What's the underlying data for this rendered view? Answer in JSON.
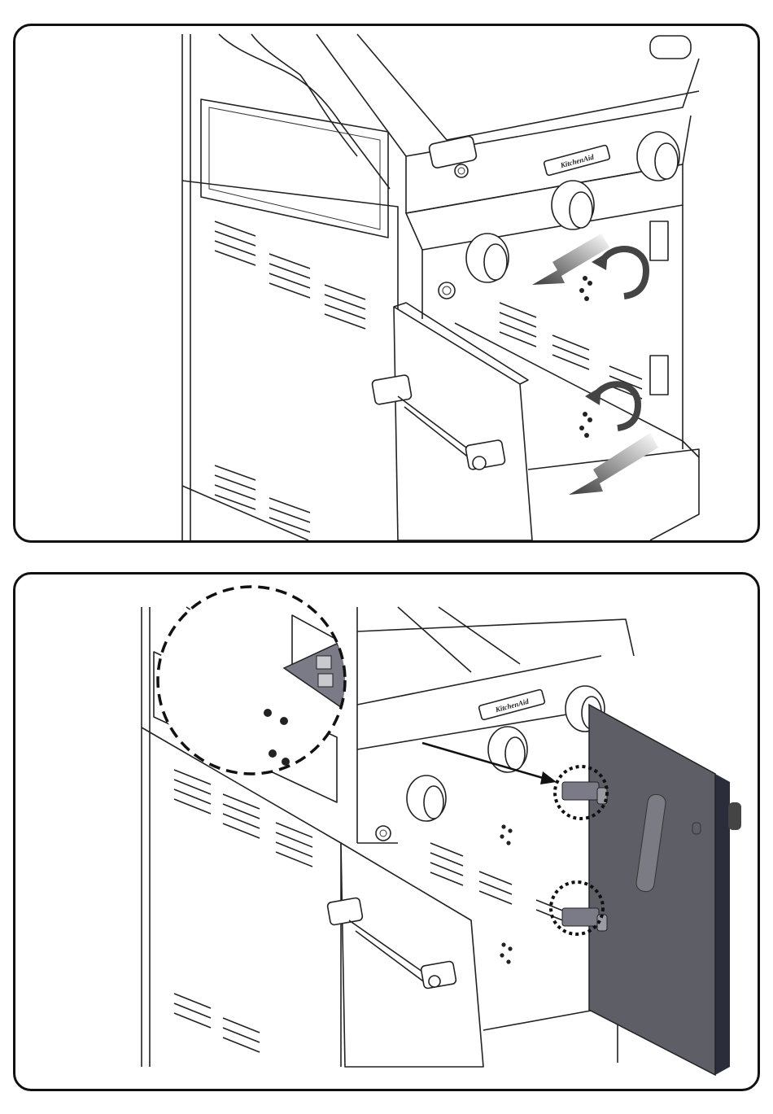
{
  "colors": {
    "outline": "#111111",
    "door_fill": "#5e5f66",
    "door_edge": "#2b2d3a",
    "arrow_gray": "#8a8a8a",
    "hinge": "#7a7b86"
  },
  "icons": {
    "arrow": "gray-gradient-arrow-icon",
    "rotate": "curved-rotate-arrow-icon",
    "screw": "screw-icon",
    "hinge": "door-hinge-icon"
  },
  "panels": {
    "top": {
      "brand_badge": "KitchenAid",
      "step": "remove-screws-from-frame"
    },
    "bottom": {
      "brand_badge": "KitchenAid",
      "step": "attach-door-hinges"
    }
  }
}
